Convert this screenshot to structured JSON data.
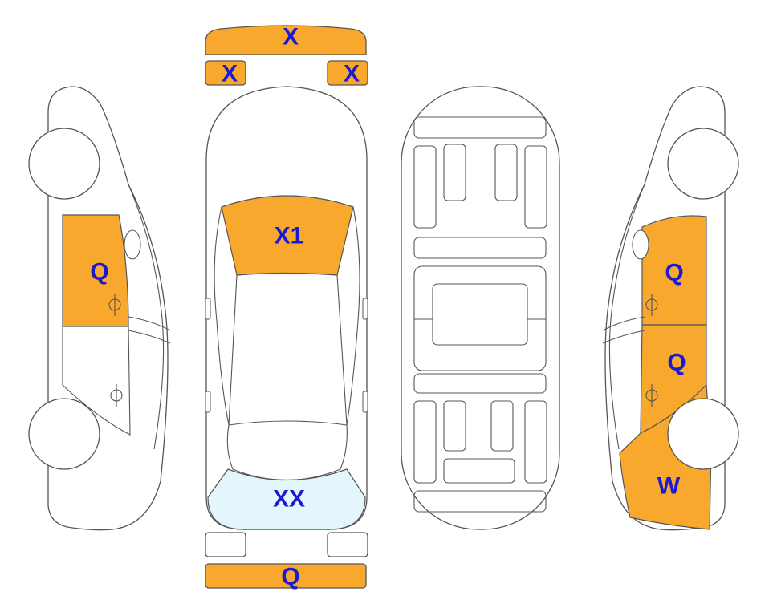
{
  "colors": {
    "damage": "#f9a82e",
    "glass": "#e3f6fb",
    "label": "#1a1ad6",
    "outline": "#555555"
  },
  "labels": {
    "front_bumper": "X",
    "headlight_left": "X",
    "headlight_right": "X",
    "hood": "X1",
    "left_front_door": "Q",
    "right_front_door": "Q",
    "right_rear_door": "Q",
    "right_rear_quarter": "W",
    "rear_window": "XX",
    "rear_bumper": "Q"
  }
}
